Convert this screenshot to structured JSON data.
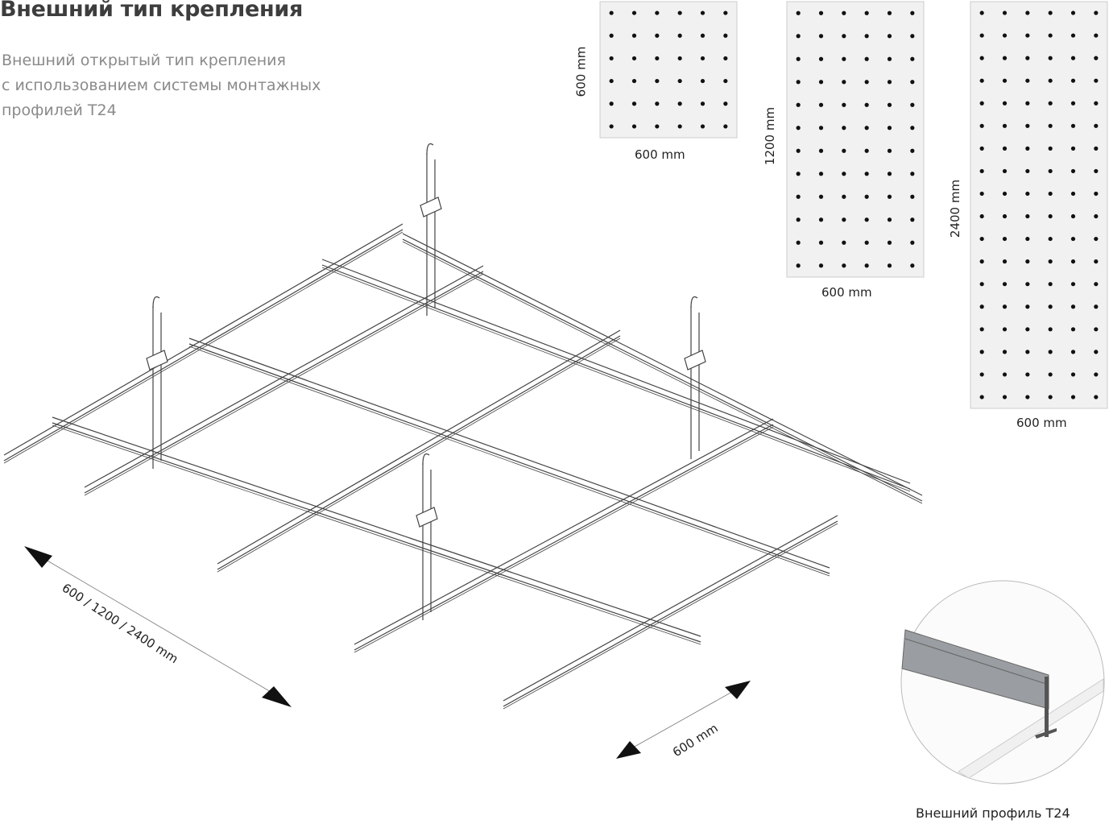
{
  "header": {
    "title": "Внешний тип крепления",
    "subtitle_lines": [
      "Внешний открытый тип крепления",
      "с использованием системы монтажных",
      "профилей Т24"
    ]
  },
  "panels": [
    {
      "width_label": "600 mm",
      "height_label": "600 mm",
      "dot_cols": 6,
      "dot_rows": 6
    },
    {
      "width_label": "600 mm",
      "height_label": "1200 mm",
      "dot_cols": 6,
      "dot_rows": 12
    },
    {
      "width_label": "600 mm",
      "height_label": "2400 mm",
      "dot_cols": 6,
      "dot_rows": 18
    }
  ],
  "dimensions": {
    "length_label": "600 / 1200 / 2400 mm",
    "width_label": "600 mm"
  },
  "inset": {
    "caption": "Внешний профиль Т24"
  },
  "colors": {
    "title": "#3d3d3d",
    "subtitle": "#8a8a8a",
    "line": "#444444",
    "profile": "#9a9da1"
  }
}
